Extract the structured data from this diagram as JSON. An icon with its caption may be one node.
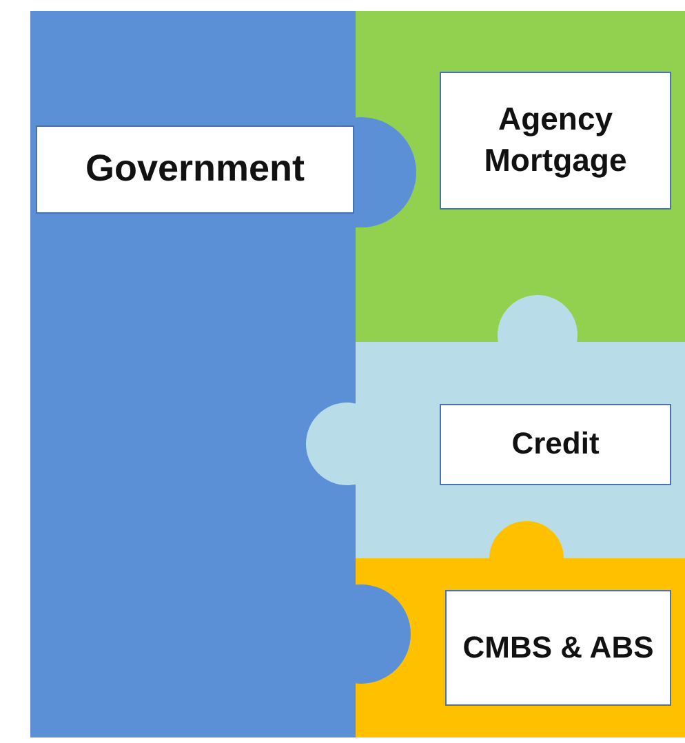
{
  "diagram": {
    "nodes": [
      {
        "text": [
          "Government"
        ]
      },
      {
        "text": [
          "Agency Mortgage"
        ]
      },
      {
        "text": [
          "Credit"
        ]
      },
      {
        "text": [
          "CMBS & ABS"
        ]
      }
    ]
  }
}
